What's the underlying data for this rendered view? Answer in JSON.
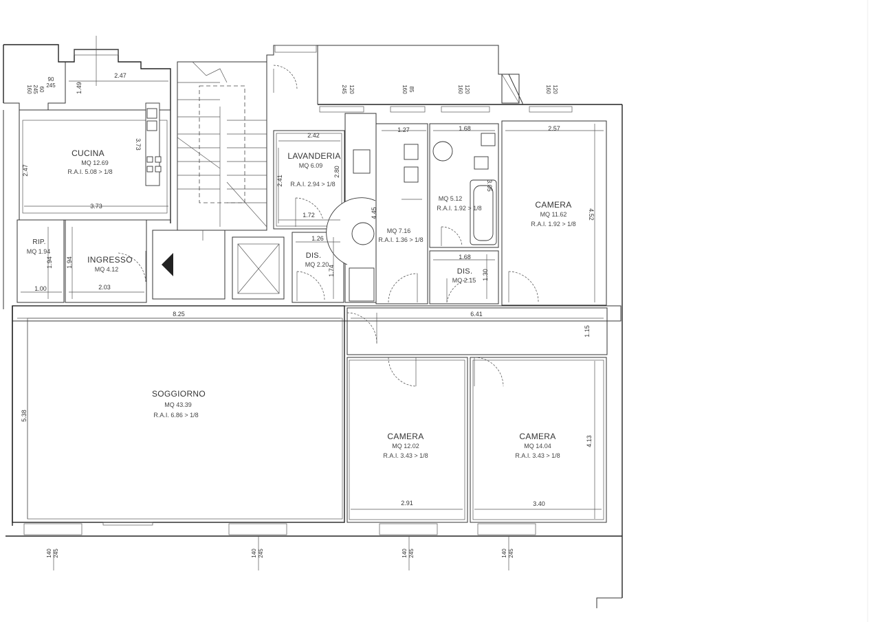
{
  "rooms": [
    {
      "id": "cucina",
      "name": "CUCINA",
      "mq": "MQ 12.69",
      "rai": "R.A.I. 5.08 > 1/8"
    },
    {
      "id": "lavanderia",
      "name": "LAVANDERIA",
      "mq": "MQ 6.09",
      "rai": "R.A.I. 2.94 > 1/8"
    },
    {
      "id": "bagno1",
      "name": "",
      "mq": "MQ 7.16",
      "rai": "R.A.I. 1.36 > 1/8"
    },
    {
      "id": "bagno2",
      "name": "",
      "mq": "MQ 5.12",
      "rai": "R.A.I. 1.92 > 1/8"
    },
    {
      "id": "camera1",
      "name": "CAMERA",
      "mq": "MQ 11.62",
      "rai": "R.A.I. 1.92 > 1/8"
    },
    {
      "id": "rip",
      "name": "RIP.",
      "mq": "MQ 1.94",
      "rai": ""
    },
    {
      "id": "ingresso",
      "name": "INGRESSO",
      "mq": "MQ 4.12",
      "rai": ""
    },
    {
      "id": "dis1",
      "name": "DIS.",
      "mq": "MQ 2.20",
      "rai": ""
    },
    {
      "id": "dis2",
      "name": "DIS.",
      "mq": "MQ 2.15",
      "rai": ""
    },
    {
      "id": "soggiorno",
      "name": "SOGGIORNO",
      "mq": "MQ 43.39",
      "rai": "R.A.I. 6.86 > 1/8"
    },
    {
      "id": "camera2",
      "name": "CAMERA",
      "mq": "MQ 12.02",
      "rai": "R.A.I. 3.43 > 1/8"
    },
    {
      "id": "camera3",
      "name": "CAMERA",
      "mq": "MQ 14.04",
      "rai": "R.A.I. 3.43 > 1/8"
    }
  ],
  "dimensions": [
    "2.47",
    "1.49",
    "3.73",
    "2.47",
    "3.73",
    "90",
    "245",
    "60",
    "160",
    "245",
    "2.42",
    "2.41",
    "2.80",
    "1.72",
    "1.26",
    "1.74",
    "1.00",
    "1.94",
    "1.94",
    "2.03",
    "1.27",
    "4.45",
    "1.68",
    "3.05",
    "1.68",
    "1.30",
    "2.57",
    "4.52",
    "8.25",
    "6.41",
    "1.15",
    "5.38",
    "2.91",
    "3.40",
    "4.13",
    "245",
    "120",
    "85",
    "160",
    "120",
    "160",
    "120",
    "160",
    "140",
    "245",
    "140",
    "245",
    "140",
    "245",
    "140",
    "245"
  ]
}
